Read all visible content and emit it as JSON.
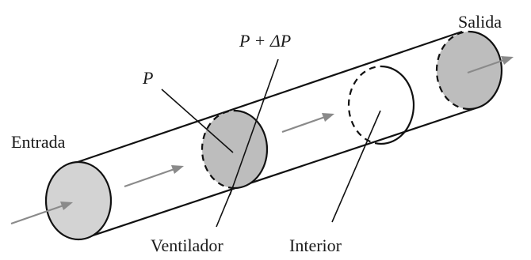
{
  "labels": {
    "inlet": "Entrada",
    "outlet": "Salida",
    "pressure": "P",
    "pressure_rise": "P + ΔP",
    "fan": "Ventilador",
    "interior": "Interior"
  },
  "colors": {
    "outline": "#111111",
    "disk_fill": "#d3d3d3",
    "disk_fill_dark": "#bdbdbd",
    "flow_arrow": "#8a8a8a"
  }
}
